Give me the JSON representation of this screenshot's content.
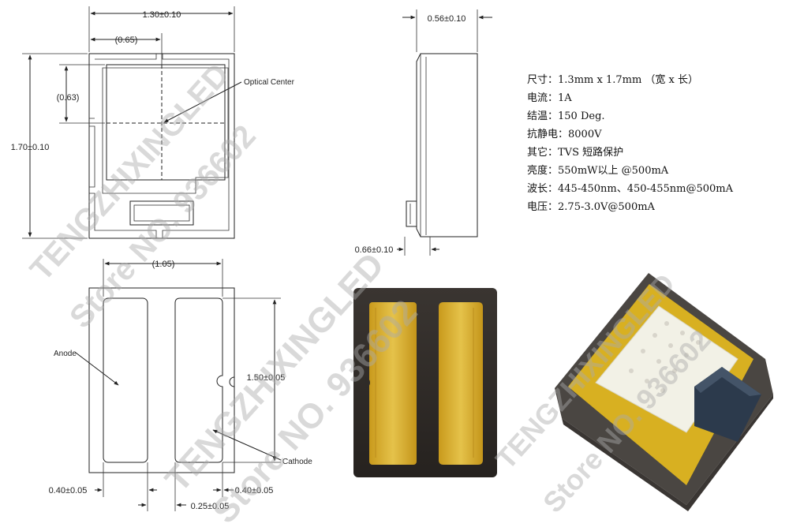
{
  "top_view": {
    "width_dim": "1.30±0.10",
    "optical_x_dim": "(0.65)",
    "optical_y_dim": "(0.63)",
    "height_dim": "1.70±0.10",
    "optical_center_label": "Optical Center"
  },
  "side_view": {
    "thickness_dim": "0.56±0.10",
    "pad_dim": "0.66±0.10"
  },
  "bottom_view": {
    "span_dim": "(1.05)",
    "pad_length_dim": "1.50±0.05",
    "left_pad_dim": "0.40±0.05",
    "right_pad_dim": "0.40±0.05",
    "gap_dim": "0.25±0.05",
    "anode_label": "Anode",
    "cathode_label": "Cathode"
  },
  "specs": [
    {
      "label": "尺寸：",
      "value": "1.3mm x 1.7mm （宽 x 长）"
    },
    {
      "label": "电流：",
      "value": "1A"
    },
    {
      "label": "结温：",
      "value": "150 Deg."
    },
    {
      "label": "抗静电：",
      "value": "8000V"
    },
    {
      "label": "其它：",
      "value": "TVS 短路保护"
    },
    {
      "label": "亮度：",
      "value": "550mW以上 @500mA"
    },
    {
      "label": "波长：",
      "value": "445-450nm、450-455nm@500mA"
    },
    {
      "label": "电压：",
      "value": "2.75-3.0V@500mA"
    }
  ],
  "watermarks": {
    "brand": "TENGZHIXINGLED",
    "store": "Store NO. 936602"
  },
  "colors": {
    "pad_gold": "#d9b22c",
    "package_dark": "#2f2b28",
    "phosphor": "#f2f1e6",
    "tvs_chip": "#2c3a4c"
  }
}
